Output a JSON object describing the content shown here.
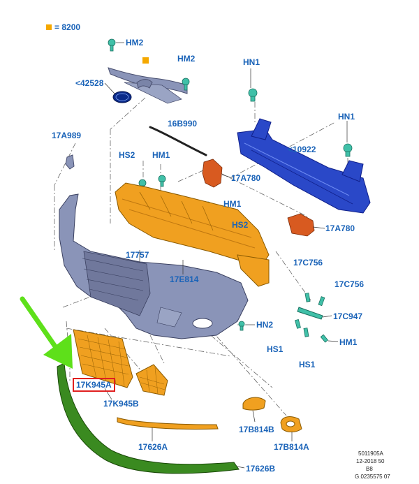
{
  "legend": {
    "symbol_color": "#f5a800",
    "text": "= 8200"
  },
  "labels": {
    "hm2_left": "HM2",
    "hm2_right": "HM2",
    "p42528": "<42528",
    "hn1_top": "HN1",
    "hn1_right": "HN1",
    "p16b990": "16B990",
    "p17a989": "17A989",
    "p10922": "<10922",
    "hs2_left": "HS2",
    "hm1_top": "HM1",
    "p17a780_top": "17A780",
    "hm1_mid": "HM1",
    "hs2_right": "HS2",
    "p17a780_right": "17A780",
    "p17757": "17757",
    "p17e814": "17E814",
    "p17c756_a": "17C756",
    "p17c756_b": "17C756",
    "p17c947": "17C947",
    "hn2": "HN2",
    "hs1_left": "HS1",
    "hm1_low": "HM1",
    "hs1_right": "HS1",
    "p17k945a": "17K945A",
    "p17k945b": "17K945B",
    "p17b814b": "17B814B",
    "p17b814a": "17B814A",
    "p17626a": "17626A",
    "p17626b": "17626B"
  },
  "footer": {
    "line1": "5011905A",
    "line2": "12-2018 50",
    "line3": "B8",
    "line4": "G.0235575 07"
  },
  "colors": {
    "label_blue": "#1a63b8",
    "bumper_gray": "#8a94b8",
    "absorber_orange": "#f0a020",
    "reinforcement_blue": "#2a48c8",
    "lip_green": "#3a8a20",
    "arrow_green": "#5ee01a",
    "bracket_red": "#d85a20",
    "clip_teal": "#40c0a8",
    "highlight_red": "#e02020"
  }
}
